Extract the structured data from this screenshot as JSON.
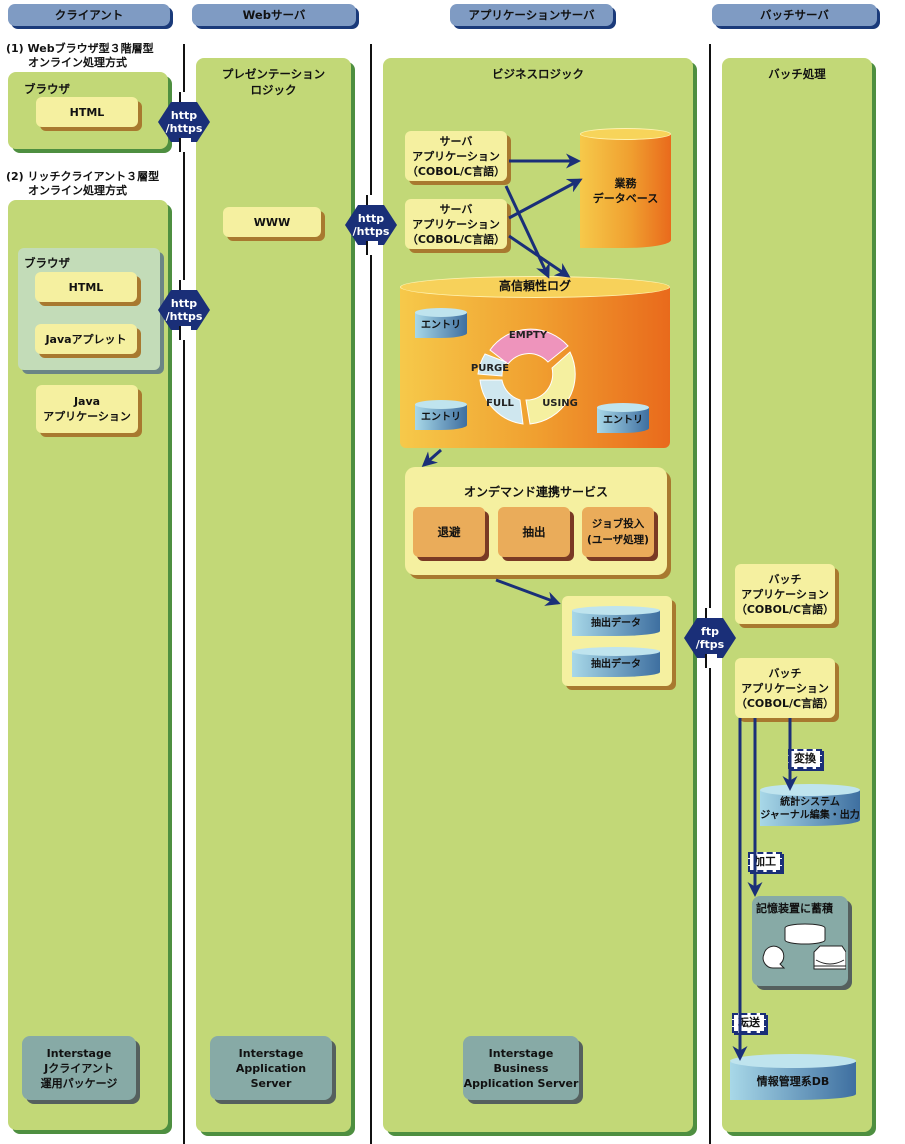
{
  "headers": {
    "client": "クライアント",
    "web_server": "Webサーバ",
    "app_server": "アプリケーションサーバ",
    "batch_server": "バッチサーバ"
  },
  "client": {
    "section1_title": "(1) Webブラウザ型３階層型\n　　オンライン処理方式",
    "browser1_label": "ブラウザ",
    "html1": "HTML",
    "section2_title": "(2) リッチクライアント３層型\n　　オンライン処理方式",
    "browser2_label": "ブラウザ",
    "html2": "HTML",
    "java_applet": "Javaアプレット",
    "java_app": "Java\nアプリケーション",
    "product": "Interstage\nJクライアント\n運用パッケージ"
  },
  "protocols": {
    "http1": "http\n/https",
    "http2": "http\n/https",
    "http3": "http\n/https",
    "ftp": "ftp\n/ftps"
  },
  "web": {
    "panel_title": "プレゼンテーション\nロジック",
    "www": "WWW",
    "product": "Interstage Application\nServer"
  },
  "app": {
    "panel_title": "ビジネスロジック",
    "server_app1": "サーバ\nアプリケーション\n（COBOL/C言語）",
    "server_app2": "サーバ\nアプリケーション\n（COBOL/C言語）",
    "business_db": "業務\nデータベース",
    "reliable_log": "高信頼性ログ",
    "entry1": "エントリ",
    "entry2": "エントリ",
    "entry3": "エントリ",
    "cycle": {
      "empty": "EMPTY",
      "using": "USING",
      "full": "FULL",
      "purge": "PURGE"
    },
    "ondemand_title": "オンデマンド連携サービス",
    "ondemand_items": [
      "退避",
      "抽出",
      "ジョブ投入\n(ユーザ処理)"
    ],
    "extract_data1": "抽出データ",
    "extract_data2": "抽出データ",
    "product": "Interstage Business\nApplication Server"
  },
  "batch": {
    "panel_title": "バッチ処理",
    "batch_app1": "バッチ\nアプリケーション\n（COBOL/C言語）",
    "batch_app2": "バッチ\nアプリケーション\n（COBOL/C言語）",
    "convert": "変換",
    "stats_db": "統計システム\nジャーナル編集・出力",
    "process": "加工",
    "storage_title": "記憶装置に蓄積",
    "transfer": "転送",
    "info_db": "情報管理系DB"
  },
  "colors": {
    "header": "#7f9bc3",
    "panel": "#c2d877",
    "panel_shadow": "#4e8f40",
    "box": "#f5f0a0",
    "arrow": "#1a2f78",
    "orange": "#eaac5a"
  }
}
